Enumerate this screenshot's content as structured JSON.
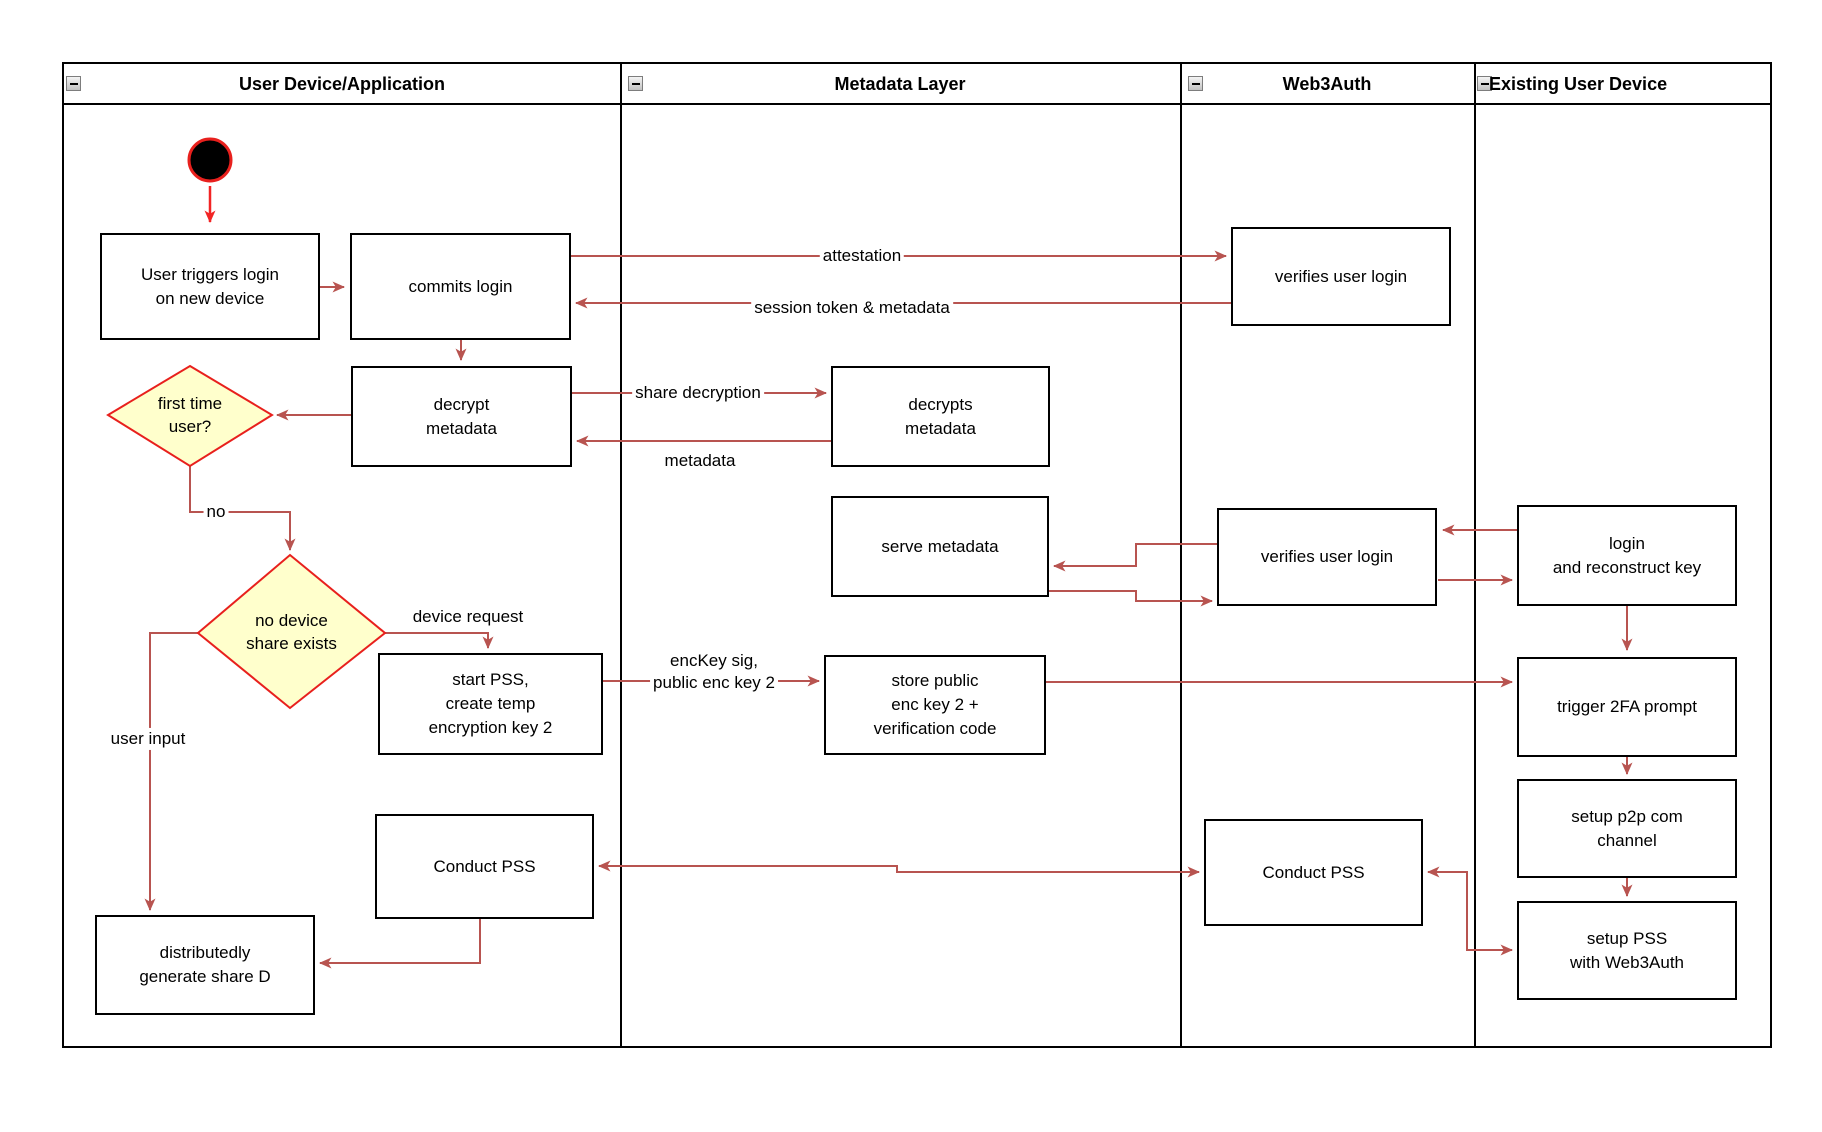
{
  "lanes": [
    {
      "title": "User Device/Application"
    },
    {
      "title": "Metadata Layer"
    },
    {
      "title": "Web3Auth"
    },
    {
      "title": "Existing User Device"
    }
  ],
  "nodes": {
    "user_triggers": "User triggers login\non new device",
    "commits_login": "commits login",
    "verifies_login_top": "verifies user login",
    "decrypt_metadata": "decrypt\nmetadata",
    "decrypts_metadata": "decrypts\nmetadata",
    "serve_metadata": "serve metadata",
    "verifies_login_mid": "verifies user login",
    "login_reconstruct": "login\nand reconstruct key",
    "start_pss": "start PSS,\ncreate temp\nencryption key 2",
    "store_public": "store public\nenc key 2 +\nverification code",
    "trigger_2fa": "trigger 2FA prompt",
    "setup_p2p": "setup p2p com\nchannel",
    "setup_pss": "setup PSS\nwith Web3Auth",
    "conduct_pss_left": "Conduct PSS",
    "conduct_pss_w3a": "Conduct PSS",
    "generate_share": "distributedly\ngenerate share D"
  },
  "decisions": {
    "first_time": "first time\nuser?",
    "no_device_share": "no device\nshare exists"
  },
  "edge_labels": {
    "attestation": "attestation",
    "session_token": "session token & metadata",
    "share_decryption": "share decryption",
    "metadata": "metadata",
    "no": "no",
    "device_request": "device request",
    "user_input": "user input",
    "enc_key": "encKey sig,\npublic enc key 2"
  },
  "colors": {
    "edge": "#b85450",
    "accent_red": "#e8201d",
    "start_arrow": "#f22424",
    "diamond_fill": "#ffffcc",
    "node_border": "#000000"
  }
}
